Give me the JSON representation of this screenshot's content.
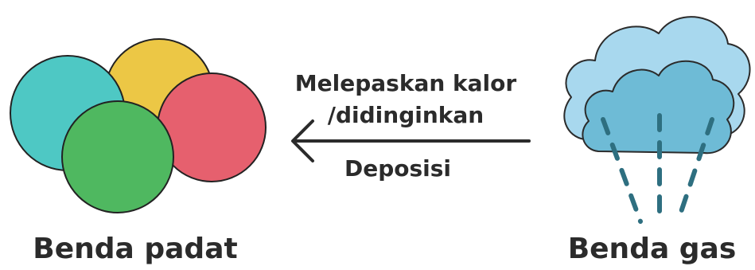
{
  "solid": {
    "label": "Benda padat"
  },
  "gas": {
    "label": "Benda gas"
  },
  "process": {
    "line1": "Melepaskan kalor",
    "line2": "/didinginkan",
    "name": "Deposisi"
  },
  "colors": {
    "circle_teal": "#4ec8c4",
    "circle_yellow": "#ecc745",
    "circle_red": "#e6606e",
    "circle_green": "#4fb860",
    "cloud_back": "#a8d8ee",
    "cloud_front": "#6ebbd6",
    "rain": "#2e6f80",
    "text": "#2b2b2b"
  }
}
